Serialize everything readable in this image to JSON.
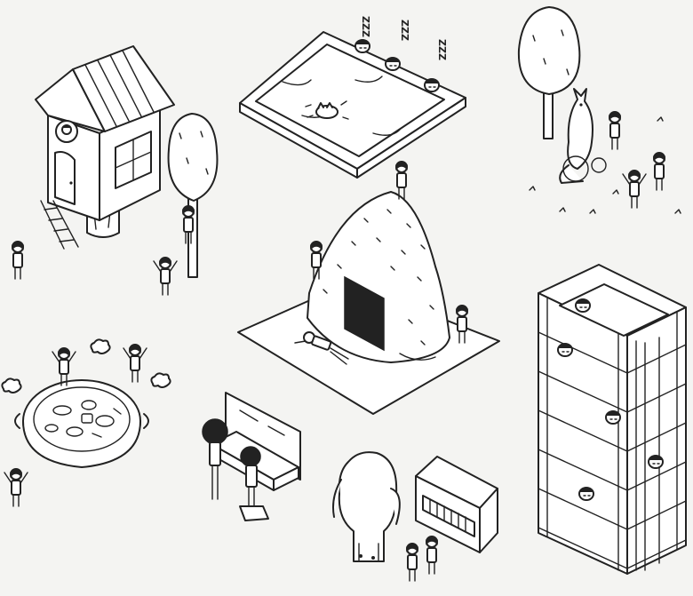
{
  "colors": {
    "background": "#f4f4f2",
    "ink": "#222222",
    "paper": "#ffffff"
  },
  "sleep_marks": [
    "ZZZ",
    "ZZZ",
    "ZZZ"
  ],
  "scene_items": [
    "treehouse",
    "tree",
    "giant-bed",
    "sleeping-cat",
    "kangaroo",
    "rice-ball-house",
    "tall-bunk-bed",
    "hot-pot",
    "mirror-sink",
    "elephant",
    "toy-piano"
  ]
}
